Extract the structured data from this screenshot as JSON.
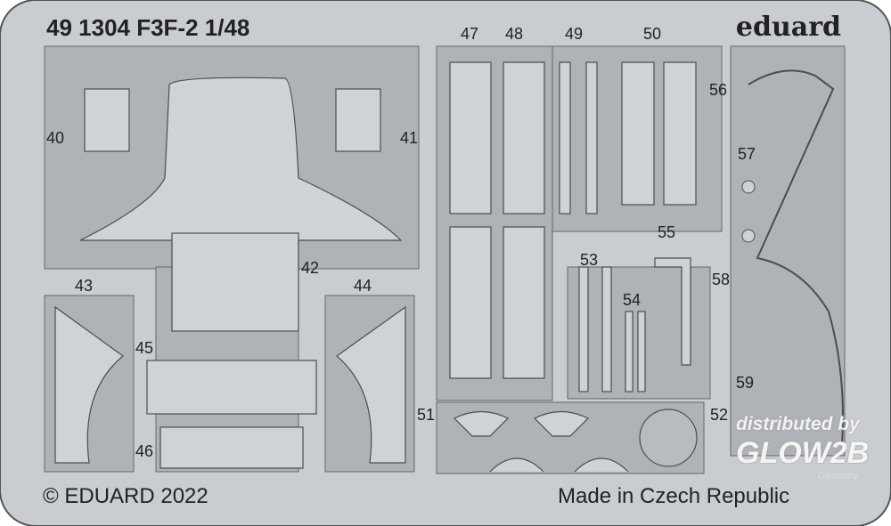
{
  "header": {
    "title": "49 1304 F3F-2 1/48",
    "brand": "eduard"
  },
  "footer": {
    "copyright": "© EDUARD 2022",
    "origin": "Made in Czech Republic"
  },
  "watermark": {
    "line1": "distributed by",
    "line2": "GLOW2B",
    "line3": "Germany"
  },
  "part_numbers": [
    "40",
    "41",
    "42",
    "43",
    "44",
    "45",
    "46",
    "47",
    "48",
    "49",
    "50",
    "51",
    "52",
    "53",
    "54",
    "55",
    "56",
    "57",
    "58",
    "59"
  ],
  "colors": {
    "fret": "#c9cdd1",
    "panel": "#afb3b7",
    "part": "#cfd3d6",
    "outline": "#4a4d50"
  }
}
